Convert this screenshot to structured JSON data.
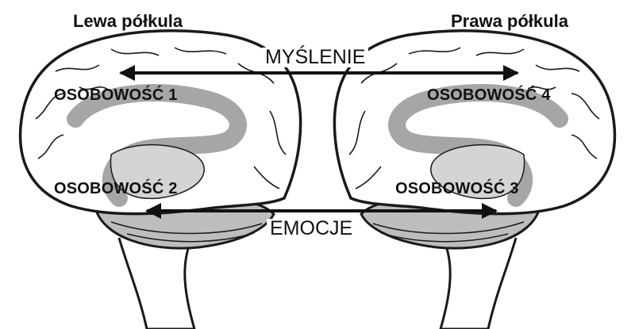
{
  "hemispheres": {
    "left_title": "Lewa półkula",
    "right_title": "Prawa półkula"
  },
  "axes": {
    "top_label": "MYŚLENIE",
    "bottom_label": "EMOCJE"
  },
  "personalities": {
    "p1": "OSOBOWOŚĆ 1",
    "p2": "OSOBOWOŚĆ 2",
    "p3": "OSOBOWOŚĆ 3",
    "p4": "OSOBOWOŚĆ 4"
  },
  "colors": {
    "outline": "#1a1a1a",
    "limbic_band": "#a6a6a6",
    "limbic_light": "#d4d4d4",
    "cerebellum": "#bdbdbd",
    "arrow": "#111111"
  }
}
